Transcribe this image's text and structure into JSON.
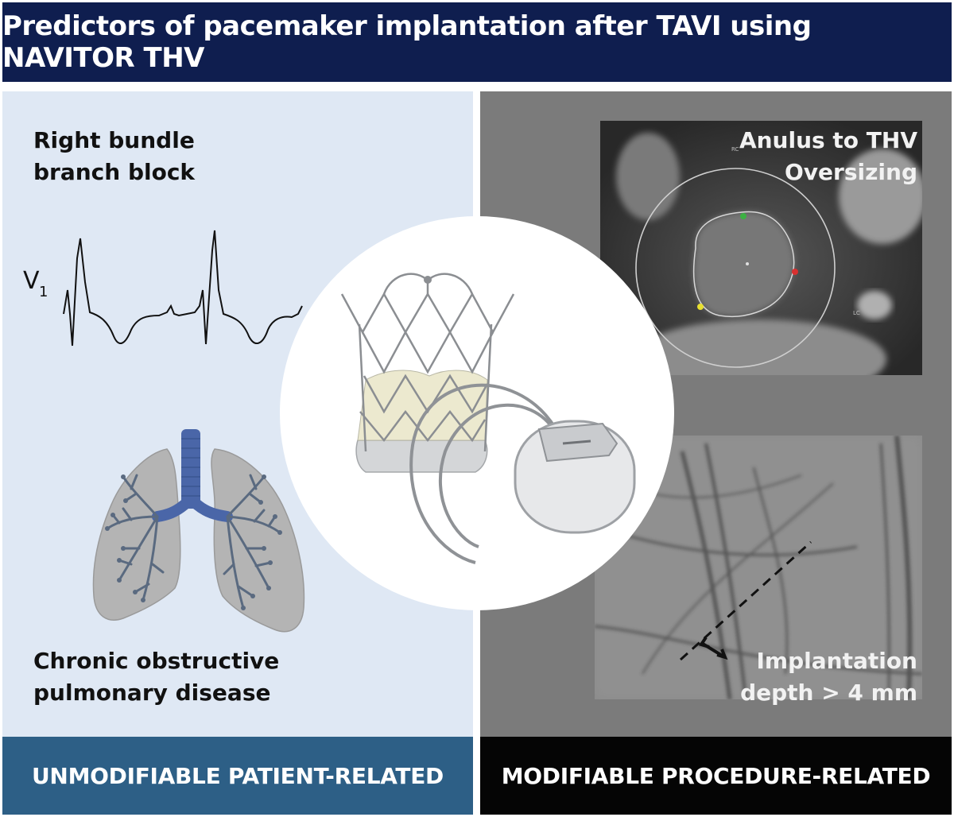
{
  "title": "Predictors of pacemaker implantation after TAVI using NAVITOR THV",
  "left": {
    "rbbb_label_line1": "Right bundle",
    "rbbb_label_line2": "branch block",
    "ecg_lead_letter": "V",
    "ecg_lead_number": "1",
    "copd_label_line1": "Chronic obstructive",
    "copd_label_line2": "pulmonary disease",
    "footer": "UNMODIFIABLE PATIENT-RELATED"
  },
  "right": {
    "oversizing_label_line1": "Anulus to THV",
    "oversizing_label_line2": "Oversizing",
    "ct_marker_rc": "RC",
    "ct_marker_lc": "LC",
    "depth_label_line1": "Implantation",
    "depth_label_line2": "depth > 4 mm",
    "footer": "MODIFIABLE PROCEDURE-RELATED"
  },
  "colors": {
    "header_bg": "#0f1e4f",
    "left_panel_bg": "#dfe8f4",
    "right_panel_bg": "#7b7b7b",
    "left_footer_bg": "#2d5f86",
    "right_footer_bg": "#050505",
    "ct_marker_green": "#3cb043",
    "ct_marker_red": "#d93030",
    "ct_marker_yellow": "#e8e030"
  }
}
